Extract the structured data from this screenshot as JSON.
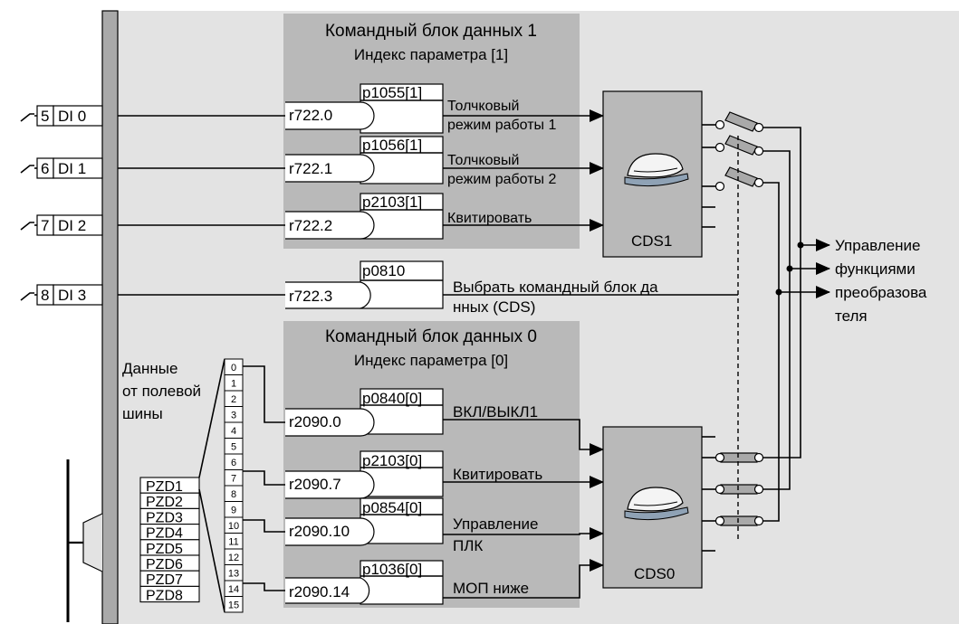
{
  "colors": {
    "background_panel": "#e3e3e3",
    "block_gray": "#b9b9b9",
    "bus_gray": "#a9a9a9",
    "cap_light": "#f4f4f4",
    "cap_visor": "#8fa2b5"
  },
  "digital_inputs": [
    {
      "terminal": "5",
      "label": "DI 0"
    },
    {
      "terminal": "6",
      "label": "DI 1"
    },
    {
      "terminal": "7",
      "label": "DI 2"
    },
    {
      "terminal": "8",
      "label": "DI 3"
    }
  ],
  "cds1_block": {
    "title": "Командный блок данных 1",
    "subtitle": "Индекс параметра [1]",
    "rows": [
      {
        "source": "r722.0",
        "param": "p1055[1]",
        "function_line1": "Толчковый",
        "function_line2": "режим работы 1"
      },
      {
        "source": "r722.1",
        "param": "p1056[1]",
        "function_line1": "Толчковый",
        "function_line2": "режим работы 2"
      },
      {
        "source": "r722.2",
        "param": "p2103[1]",
        "function_line1": "Квитировать",
        "function_line2": ""
      }
    ],
    "output_label": "CDS1"
  },
  "cds_select": {
    "source": "r722.3",
    "param": "p0810",
    "label_line1": "Выбрать командный блок да",
    "label_line2": "нных (CDS)"
  },
  "cds0_block": {
    "title": "Командный блок данных 0",
    "subtitle": "Индекс параметра [0]",
    "rows": [
      {
        "source": "r2090.0",
        "param": "p0840[0]",
        "function_line1": "ВКЛ/ВЫКЛ1",
        "function_line2": ""
      },
      {
        "source": "r2090.7",
        "param": "p2103[0]",
        "function_line1": "Квитировать",
        "function_line2": ""
      },
      {
        "source": "r2090.10",
        "param": "p0854[0]",
        "function_line1": "Управление",
        "function_line2": "ПЛК"
      },
      {
        "source": "r2090.14",
        "param": "p1036[0]",
        "function_line1": "МОП ниже",
        "function_line2": ""
      }
    ],
    "output_label": "CDS0"
  },
  "fieldbus": {
    "label_lines": [
      "Данные",
      "от полевой",
      "шины"
    ],
    "pzd": [
      "PZD1",
      "PZD2",
      "PZD3",
      "PZD4",
      "PZD5",
      "PZD6",
      "PZD7",
      "PZD8"
    ],
    "bits": [
      "0",
      "1",
      "2",
      "3",
      "4",
      "5",
      "6",
      "7",
      "8",
      "9",
      "10",
      "11",
      "12",
      "13",
      "14",
      "15"
    ]
  },
  "output": {
    "lines": [
      "Управление",
      "функциями",
      "преобразова",
      "теля"
    ]
  }
}
